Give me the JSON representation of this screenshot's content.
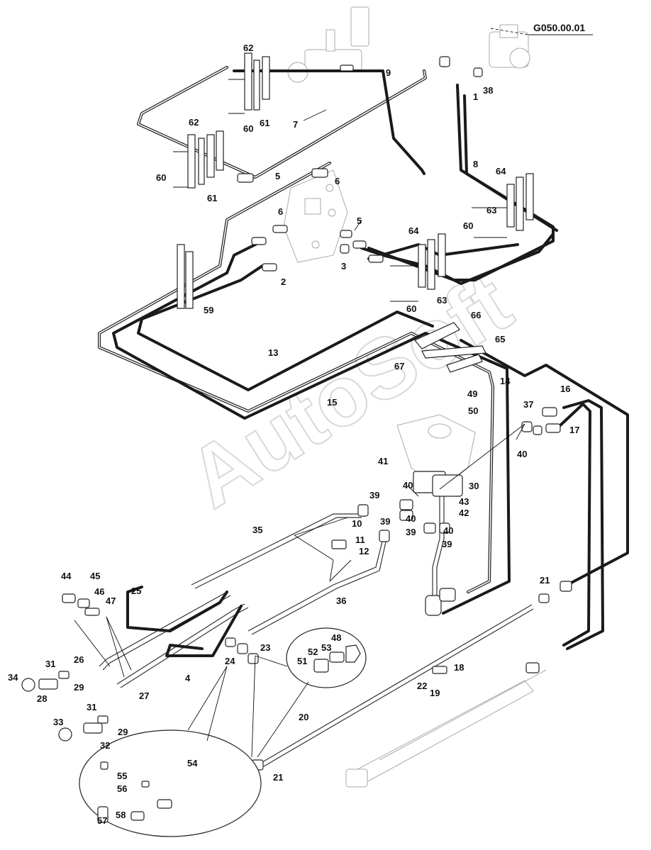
{
  "diagram": {
    "code": "G050.00.01",
    "watermark": "AutoSoft",
    "refs": {
      "r1": "1",
      "r2": "2",
      "r3": "3",
      "r4": "4",
      "r5a": "5",
      "r5b": "5",
      "r6a": "6",
      "r6b": "6",
      "r7": "7",
      "r8": "8",
      "r9": "9",
      "r10": "10",
      "r11": "11",
      "r12": "12",
      "r13": "13",
      "r14": "14",
      "r15": "15",
      "r16": "16",
      "r17": "17",
      "r18": "18",
      "r19": "19",
      "r20": "20",
      "r21a": "21",
      "r21b": "21",
      "r22": "22",
      "r23": "23",
      "r24": "24",
      "r25": "25",
      "r26": "26",
      "r27": "27",
      "r28": "28",
      "r29a": "29",
      "r29b": "29",
      "r30": "30",
      "r31a": "31",
      "r31b": "31",
      "r32": "32",
      "r33": "33",
      "r34": "34",
      "r35": "35",
      "r36": "36",
      "r37": "37",
      "r38": "38",
      "r39a": "39",
      "r39b": "39",
      "r39c": "39",
      "r39d": "39",
      "r40a": "40",
      "r40b": "40",
      "r40c": "40",
      "r40d": "40",
      "r41": "41",
      "r42": "42",
      "r43": "43",
      "r44": "44",
      "r45": "45",
      "r46": "46",
      "r47": "47",
      "r48": "48",
      "r49": "49",
      "r50": "50",
      "r51": "51",
      "r52": "52",
      "r53": "53",
      "r54": "54",
      "r55": "55",
      "r56": "56",
      "r57": "57",
      "r58": "58",
      "r59": "59",
      "r60a": "60",
      "r60b": "60",
      "r60c": "60",
      "r60d": "60",
      "r61a": "61",
      "r61b": "61",
      "r62a": "62",
      "r62b": "62",
      "r63a": "63",
      "r63b": "63",
      "r64a": "64",
      "r64b": "64",
      "r65": "65",
      "r66": "66",
      "r67": "67"
    }
  }
}
